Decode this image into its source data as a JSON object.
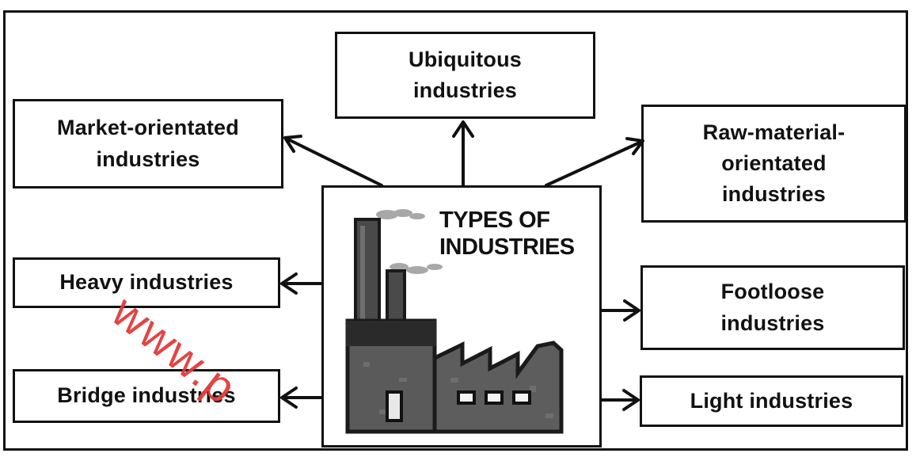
{
  "diagram": {
    "center_title": "TYPES OF\nINDUSTRIES",
    "boxes": {
      "ubiquitous": "Ubiquitous\nindustries",
      "market": "Market-orientated\nindustries",
      "raw_material": "Raw-material-\norientated\nindustries",
      "heavy": "Heavy industries",
      "footloose": "Footloose\nindustries",
      "bridge": "Bridge industries",
      "light": "Light industries"
    },
    "watermark": "www.p",
    "colors": {
      "ink": "#111111",
      "watermark": "#e23a3a"
    }
  }
}
